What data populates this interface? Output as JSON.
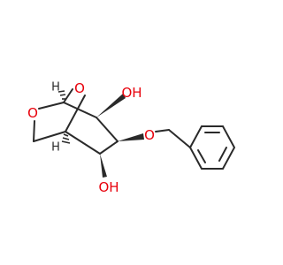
{
  "structure": {
    "kind": "skeletal-formula",
    "colors": {
      "bond": "#2a2a2a",
      "oxygen": "#e8000b",
      "hydrogen": "#2a2a2a"
    },
    "labels": {
      "bridge_oxygen": "O",
      "ring_oxygen": "O",
      "hydroxyl_top": "OH",
      "hydroxyl_bottom": "OH",
      "ether_oxygen": "O",
      "stereo_h_top": "H",
      "stereo_h_bottom": "H"
    }
  }
}
